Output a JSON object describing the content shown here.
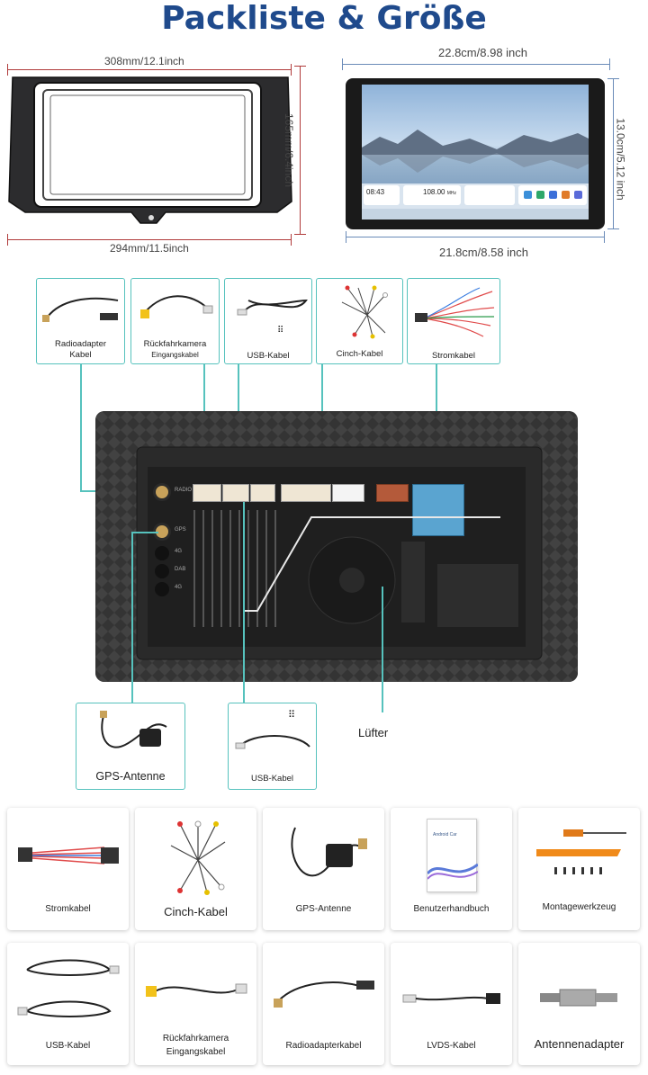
{
  "title": "Packliste & Größe",
  "dimensions": {
    "frame_top": "308mm/12.1inch",
    "frame_side": "165mm/6.4inch",
    "frame_bottom": "294mm/11.5inch",
    "screen_top": "22.8cm/8.98 inch",
    "screen_side": "13.0cm/5.12 inch",
    "screen_bottom": "21.8cm/8.58 inch"
  },
  "screen": {
    "time": "08:43",
    "radio": "108.00",
    "radio_unit": "MHz"
  },
  "callouts_top": [
    {
      "label": "Radioadapter",
      "sub": "Kabel"
    },
    {
      "label": "Rückfahrkamera",
      "sub": "Eingangskabel"
    },
    {
      "label": "USB-Kabel",
      "sub": ""
    },
    {
      "label": "Cinch-Kabel",
      "sub": ""
    },
    {
      "label": "Stromkabel",
      "sub": ""
    }
  ],
  "port_labels": [
    "RADIO",
    "GPS",
    "4G",
    "DAB",
    "4G"
  ],
  "callouts_bottom": [
    {
      "label": "GPS-Antenne"
    },
    {
      "label": "USB-Kabel"
    }
  ],
  "fan_label": "Lüfter",
  "package_row1": [
    "Stromkabel",
    "Cinch-Kabel",
    "GPS-Antenne",
    "Benutzerhandbuch",
    "Montagewerkzeug"
  ],
  "package_row2": [
    {
      "label": "USB-Kabel",
      "sub": ""
    },
    {
      "label": "Rückfahrkamera",
      "sub": "Eingangskabel"
    },
    {
      "label": "Radioadapterkabel",
      "sub": ""
    },
    {
      "label": "LVDS-Kabel",
      "sub": ""
    },
    {
      "label": "Antennenadapter",
      "sub": ""
    }
  ],
  "manual_cover": "Android Car",
  "colors": {
    "title": "#1f4a8c",
    "callout_border": "#56c2bd",
    "dimension_red": "#b03a3a",
    "dimension_blue": "#6a8bb8"
  }
}
